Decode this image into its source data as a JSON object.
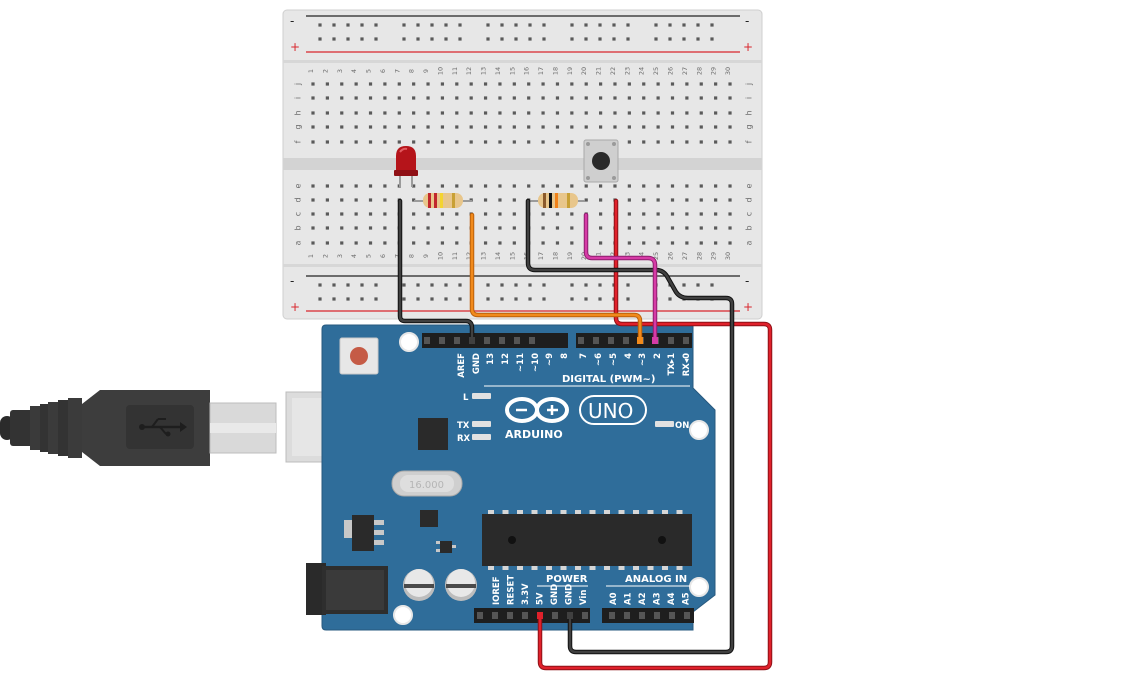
{
  "breadboard": {
    "columns": 30,
    "rows_top": [
      "j",
      "i",
      "h",
      "g",
      "f"
    ],
    "rows_bottom": [
      "e",
      "d",
      "c",
      "b",
      "a"
    ],
    "rail_minus": "-",
    "rail_plus": "+"
  },
  "arduino": {
    "logo_text": "ARDUINO",
    "model": "UNO",
    "chip_marking": "16.000",
    "labels": {
      "digital": "DIGITAL (PWM~)",
      "power": "POWER",
      "analog": "ANALOG IN",
      "on": "ON",
      "l": "L",
      "tx": "TX",
      "rx": "RX"
    },
    "digital_pins": [
      "AREF",
      "GND",
      "13",
      "12",
      "~11",
      "~10",
      "~9",
      "8",
      "7",
      "~6",
      "~5",
      "4",
      "~3",
      "2",
      "TX▸1",
      "RX◂0"
    ],
    "power_pins": [
      "IOREF",
      "RESET",
      "3.3V",
      "5V",
      "GND",
      "GND",
      "Vin"
    ],
    "analog_pins": [
      "A0",
      "A1",
      "A2",
      "A3",
      "A4",
      "A5"
    ]
  },
  "colors": {
    "board": "#2f6d9a",
    "breadboard": "#e6e6e6",
    "wire_red": "#e0212b",
    "wire_black": "#3a3a3a",
    "wire_orange": "#f18a1c",
    "wire_magenta": "#d63ba6",
    "led": "#c0141b"
  },
  "components": {
    "led_icon": "led-icon",
    "button_icon": "pushbutton-icon",
    "usb_icon": "usb-icon"
  }
}
